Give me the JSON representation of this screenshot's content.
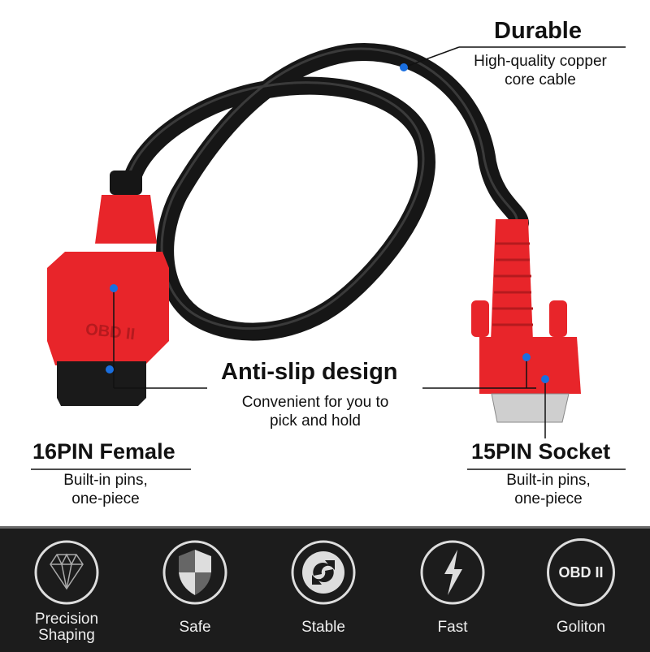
{
  "callouts": {
    "durable": {
      "title": "Durable",
      "lines": [
        "High-quality copper",
        "core cable"
      ]
    },
    "anti_slip": {
      "title": "Anti-slip design",
      "lines": [
        "Convenient for you to",
        "pick and hold"
      ]
    },
    "female": {
      "title": "16PIN Female",
      "lines": [
        "Built-in pins,",
        "one-piece"
      ]
    },
    "socket": {
      "title": "15PIN Socket",
      "lines": [
        "Built-in pins,",
        "one-piece"
      ]
    }
  },
  "features": [
    {
      "icon": "diamond-icon",
      "label": "Precision Shaping"
    },
    {
      "icon": "shield-icon",
      "label": "Safe"
    },
    {
      "icon": "recycle-arrows-icon",
      "label": "Stable"
    },
    {
      "icon": "lightning-icon",
      "label": "Fast"
    },
    {
      "icon": "obd-badge-icon",
      "label": "Goliton",
      "badge": "OBD II"
    }
  ],
  "colors": {
    "connector": "#e8252a",
    "cable": "#161616",
    "dot": "#1a6fe0",
    "band": "#1c1c1c"
  }
}
